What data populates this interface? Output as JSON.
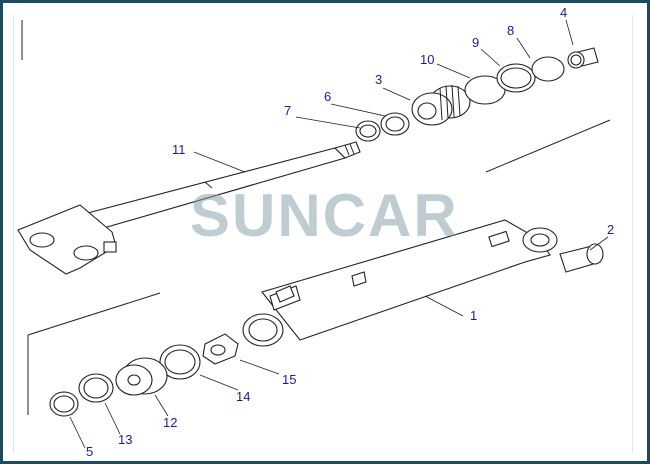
{
  "watermark": "SUNCAR",
  "callouts": {
    "c1": "1",
    "c2": "2",
    "c3": "3",
    "c4": "4",
    "c5": "5",
    "c6": "6",
    "c7": "7",
    "c8": "8",
    "c9": "9",
    "c10": "10",
    "c11": "11",
    "c12": "12",
    "c13": "13",
    "c14": "14",
    "c15": "15"
  },
  "colors": {
    "frame": "#1b4a63",
    "callout_text": "#1a1aa6",
    "watermark": "#8aa2ad"
  }
}
